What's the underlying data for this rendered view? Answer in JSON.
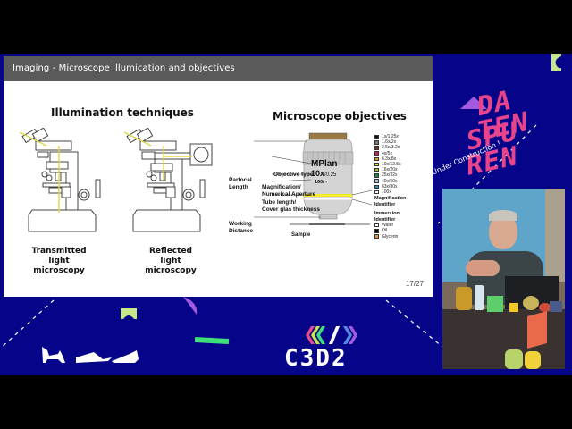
{
  "slide": {
    "header_title": "Imaging - Microscope illumication and objectives",
    "page_number": "17/27",
    "left_section": {
      "title": "Illumination techniques",
      "captions": [
        {
          "line1": "Transmitted",
          "line2": "light microscopy"
        },
        {
          "line1": "Reflected",
          "line2": "light microscopy"
        }
      ]
    },
    "right_section": {
      "title": "Microscope objectives",
      "objective_text": {
        "type": "MPlan",
        "magnification": "10x",
        "aperture": "/0.25",
        "tube": "160/ -"
      },
      "labels": {
        "parfocal_length": [
          "Parfocal",
          "Length"
        ],
        "working_distance": [
          "Working",
          "Distance"
        ],
        "objective_type": "Objective type",
        "magnification_na": [
          "Magnification/",
          "Numerical Aperture"
        ],
        "tube_length": [
          "Tube length/",
          "Cover glas thickness"
        ],
        "sample": "Sample",
        "magnification_identifier": [
          "Magnification",
          "Identifier"
        ],
        "immersion_identifier": [
          "Immersion",
          "Identifier"
        ]
      },
      "magnification_legend": [
        {
          "label": "1x/1.25x",
          "color": "#111111"
        },
        {
          "label": "1.6x/2x",
          "color": "#7a7a7a"
        },
        {
          "label": "2.5x/3.2x",
          "color": "#6b3a1e"
        },
        {
          "label": "4x/5x",
          "color": "#c0245a"
        },
        {
          "label": "6.3x/8x",
          "color": "#e09a1e"
        },
        {
          "label": "10x/12.5x",
          "color": "#f2ea2a"
        },
        {
          "label": "16x/20x",
          "color": "#9cc43a"
        },
        {
          "label": "25x/32x",
          "color": "#1f8a3a"
        },
        {
          "label": "40x/50x",
          "color": "#a8d0e6"
        },
        {
          "label": "63x/80x",
          "color": "#2a8fb0"
        },
        {
          "label": "100x",
          "color": "#ffffff"
        }
      ],
      "immersion_legend": [
        {
          "label": "Water",
          "color": "#ffffff"
        },
        {
          "label": "Oil",
          "color": "#000000"
        },
        {
          "label": "Glycerin",
          "color": "#d89a3a"
        }
      ]
    }
  },
  "branding": {
    "event_logo_lines": [
      "DA TEN",
      "SPU REN"
    ],
    "event_tagline": "Under Construction !",
    "c3d2_logo": "C3D2",
    "c3d2_symbol": "</>"
  },
  "colors": {
    "background": "#06058a",
    "header": "#5a5a5a",
    "logo_pink": "#e8448c",
    "accent_purple": "#a45ae0",
    "accent_lime": "#c8e68c",
    "accent_green": "#3ee07a"
  }
}
